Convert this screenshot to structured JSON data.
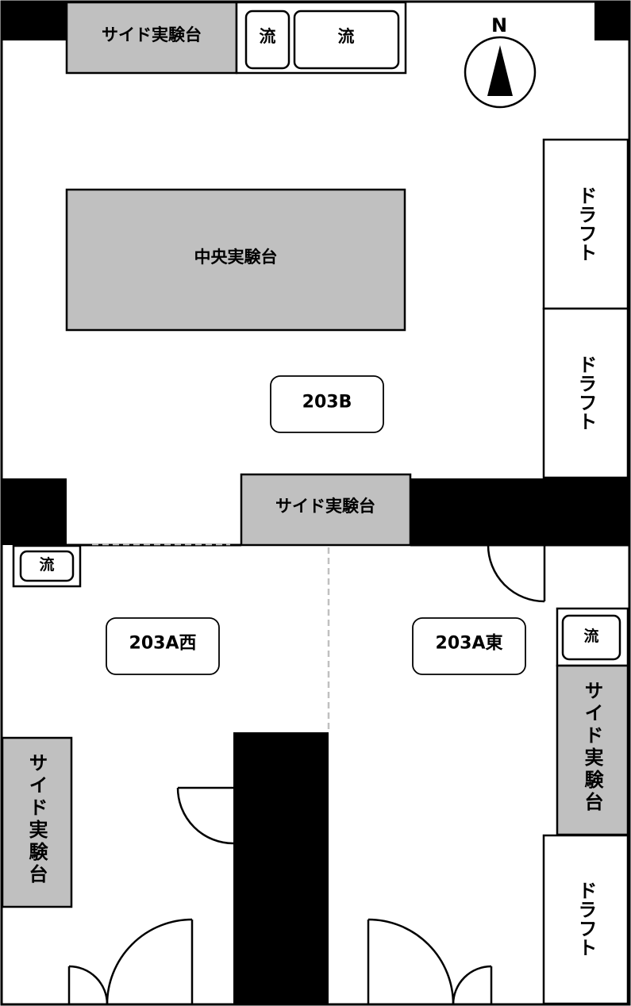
{
  "compass": {
    "label": "N"
  },
  "rooms": {
    "r203b": "203B",
    "r203a_west": "203A西",
    "r203a_east": "203A東"
  },
  "fixtures": {
    "side_bench": "サイド実験台",
    "central_bench": "中央実験台",
    "sink": "流",
    "draft": "ドラフト"
  },
  "colors": {
    "wall": "#000000",
    "bench_fill": "#c0c0c0",
    "divider": "#c0c0c0",
    "background": "#ffffff"
  }
}
